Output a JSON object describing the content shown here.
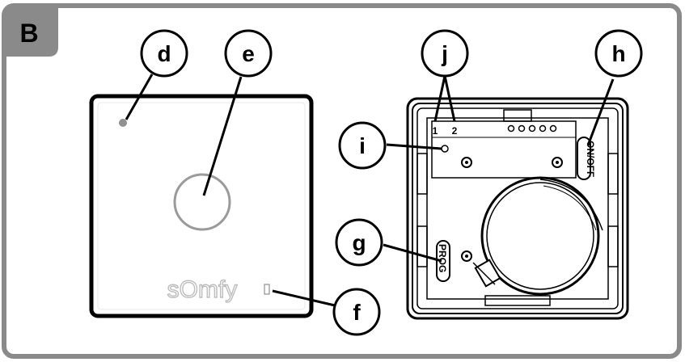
{
  "figure": {
    "panel_label": "B",
    "colors": {
      "frame": "#8a8a8a",
      "tab": "#8a8a8a",
      "outline": "#000000",
      "face": "#ffffff",
      "button_ring": "#9a9a9a",
      "logo": "#bdbdbd",
      "led": "#909090"
    },
    "callouts": {
      "d": "d",
      "e": "e",
      "f": "f",
      "g": "g",
      "h": "h",
      "i": "i",
      "j": "j"
    },
    "front_unit": {
      "logo": "sOmfy"
    },
    "back_unit": {
      "terminal_1": "1",
      "terminal_2": "2",
      "onoff_label": "ON/OFF",
      "prog_label": "PROG"
    }
  }
}
